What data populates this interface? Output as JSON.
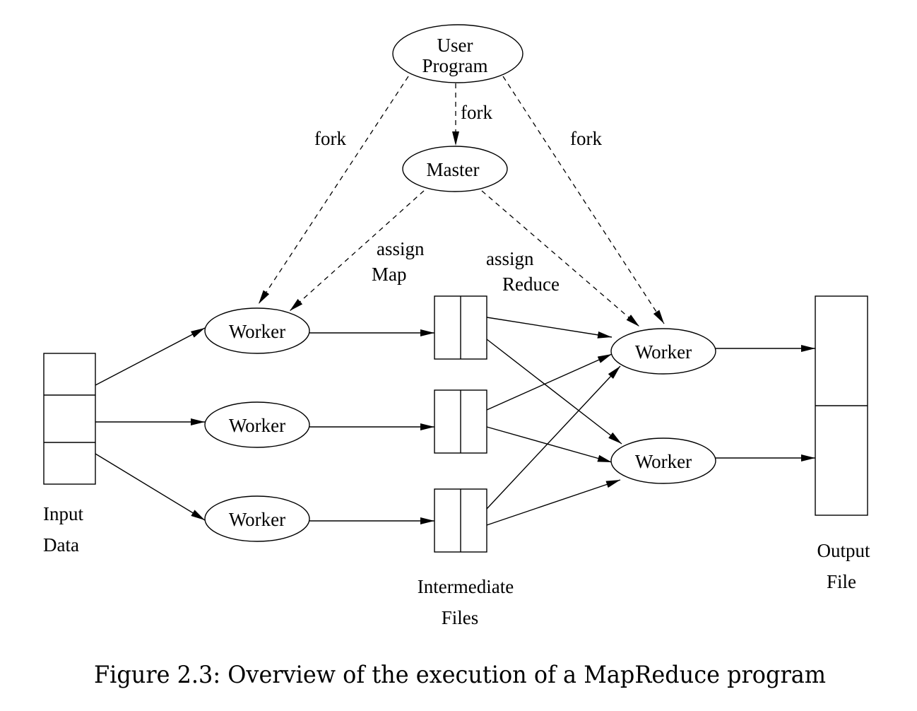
{
  "nodes": {
    "user_program": [
      "User",
      "Program"
    ],
    "master": "Master",
    "worker": "Worker"
  },
  "edge_labels": {
    "fork": "fork",
    "assign_map": [
      "assign",
      "Map"
    ],
    "assign_reduce": [
      "assign",
      "Reduce"
    ]
  },
  "data_labels": {
    "input": [
      "Input",
      "Data"
    ],
    "intermediate": [
      "Intermediate",
      "Files"
    ],
    "output": [
      "Output",
      "File"
    ]
  },
  "caption": "Figure 2.3: Overview of the execution of a MapReduce program"
}
